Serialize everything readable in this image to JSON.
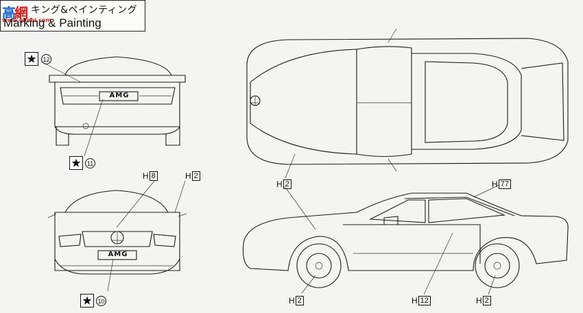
{
  "header": {
    "title_jp": "キング&ペインティング",
    "title_en": "Marking & Painting"
  },
  "watermark": {
    "chars_blue": "高",
    "chars_red": "網",
    "url": "www.ghobi.com"
  },
  "markings": {
    "rear_decal": "12",
    "rear_plate_decal": "11",
    "front_plate_decal": "10",
    "rear_emblem_text": "AMG",
    "front_plate_text": "AMG"
  },
  "paint_labels": [
    {
      "id": "front-hood",
      "prefix": "H",
      "code": "8"
    },
    {
      "id": "front-side",
      "prefix": "H",
      "code": "2"
    },
    {
      "id": "top-body",
      "prefix": "H",
      "code": "2"
    },
    {
      "id": "roof",
      "prefix": "H",
      "code": "77"
    },
    {
      "id": "front-wheel",
      "prefix": "H",
      "code": "2"
    },
    {
      "id": "door-handle",
      "prefix": "H",
      "code": "12"
    },
    {
      "id": "rear-wheel",
      "prefix": "H",
      "code": "2"
    }
  ],
  "colors": {
    "watermark_blue": "#1a63c7",
    "watermark_red": "#d32222"
  }
}
